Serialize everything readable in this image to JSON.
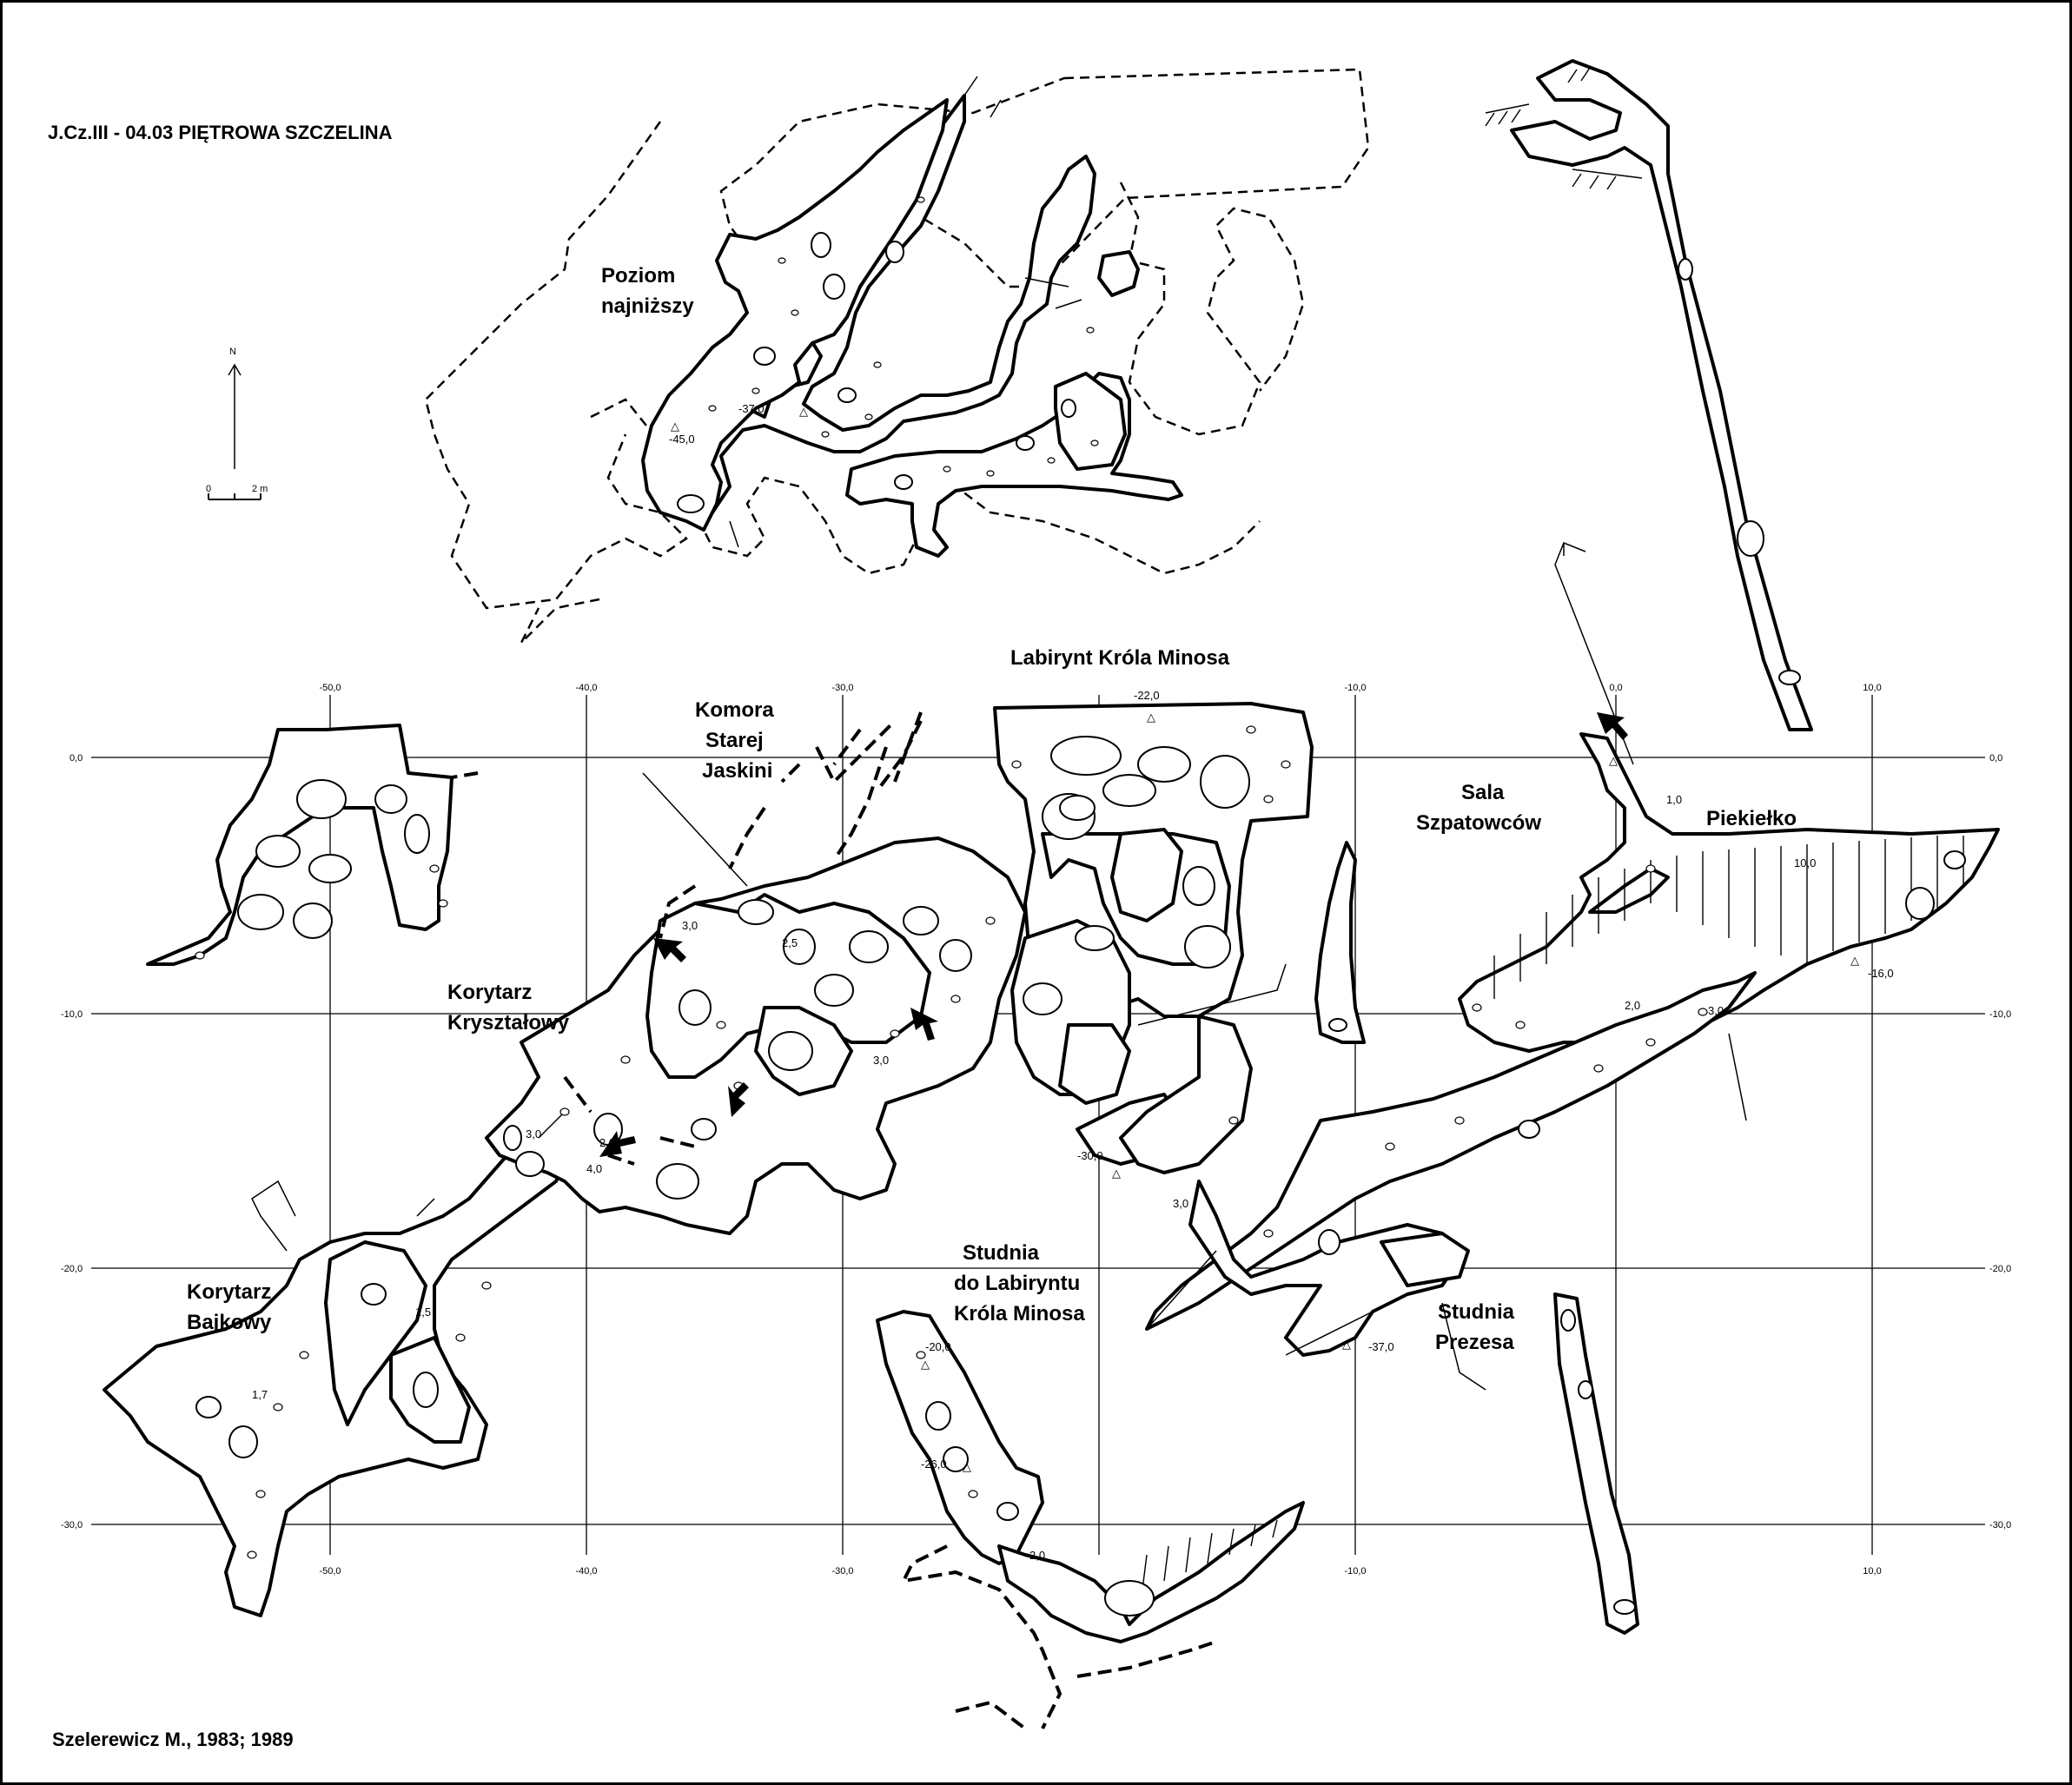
{
  "title": "J.Cz.III - 04.03   PIĘTROWA SZCZELINA",
  "author": "Szelerewicz  M., 1983; 1989",
  "north_label": "N",
  "scale": {
    "zero": "0",
    "end": "2 m"
  },
  "places": {
    "poziom": "Poziom",
    "najnizszy": "najniższy",
    "labirynt": "Labirynt Króla Minosa",
    "komora1": "Komora",
    "komora2": "Starej",
    "komora3": "Jaskini",
    "sala1": "Sala",
    "sala2": "Szpatowców",
    "piekielko": "Piekiełko",
    "krysztalowy1": "Korytarz",
    "krysztalowy2": "Kryształowy",
    "bajkowy1": "Korytarz",
    "bajkowy2": "Bajkowy",
    "studnia_lab1": "Studnia",
    "studnia_lab2": "do Labiryntu",
    "studnia_lab3": "Króla Minosa",
    "prezesa1": "Studnia",
    "prezesa2": "Prezesa"
  },
  "x_ticks": [
    "-50,0",
    "-40,0",
    "-30,0",
    "-10,0",
    "0,0",
    "10,0"
  ],
  "y_ticks": [
    "0,0",
    "-10,0",
    "-20,0",
    "-30,0"
  ],
  "depths": {
    "d37": "-37,0",
    "d45": "-45,0",
    "d22": "-22,0",
    "d16": "-16,0",
    "d30": "-30,0",
    "d20": "-20,0",
    "d26": "-26,0",
    "d37b": "-37,0",
    "h30a": "3,0",
    "h25": "2,5",
    "h30b": "3,0",
    "h30c": "3,0",
    "h20a": "2,0",
    "h40": "4,0",
    "h15": "1,5",
    "h17": "1,7",
    "h10a": "1,0",
    "h10b": "10,0",
    "h20b": "2,0",
    "h30d": "3,0",
    "h30e": "3,0",
    "h20c": "2,0"
  }
}
